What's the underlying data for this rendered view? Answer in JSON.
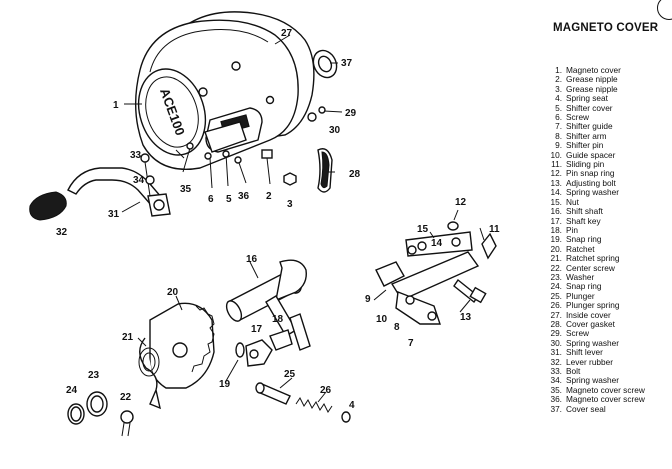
{
  "page": {
    "title": "MAGNETO COVER",
    "cover_logo_text": "ACE100"
  },
  "parts": [
    {
      "num": "1.",
      "name": "Magneto cover"
    },
    {
      "num": "2.",
      "name": "Grease nipple"
    },
    {
      "num": "3.",
      "name": "Grease nipple"
    },
    {
      "num": "4.",
      "name": "Spring seat"
    },
    {
      "num": "5.",
      "name": "Shifter cover"
    },
    {
      "num": "6.",
      "name": "Screw"
    },
    {
      "num": "7.",
      "name": "Shifter guide"
    },
    {
      "num": "8.",
      "name": "Shifter arm"
    },
    {
      "num": "9.",
      "name": "Shifter pin"
    },
    {
      "num": "10.",
      "name": "Guide spacer"
    },
    {
      "num": "11.",
      "name": "Sliding pin"
    },
    {
      "num": "12.",
      "name": "Pin snap ring"
    },
    {
      "num": "13.",
      "name": "Adjusting bolt"
    },
    {
      "num": "14.",
      "name": "Spring washer"
    },
    {
      "num": "15.",
      "name": "Nut"
    },
    {
      "num": "16.",
      "name": "Shift shaft"
    },
    {
      "num": "17.",
      "name": "Shaft key"
    },
    {
      "num": "18.",
      "name": "Pin"
    },
    {
      "num": "19.",
      "name": "Snap ring"
    },
    {
      "num": "20.",
      "name": "Ratchet"
    },
    {
      "num": "21.",
      "name": "Ratchet spring"
    },
    {
      "num": "22.",
      "name": "Center screw"
    },
    {
      "num": "23.",
      "name": "Washer"
    },
    {
      "num": "24.",
      "name": "Snap ring"
    },
    {
      "num": "25.",
      "name": "Plunger"
    },
    {
      "num": "26.",
      "name": "Plunger spring"
    },
    {
      "num": "27.",
      "name": "Inside cover"
    },
    {
      "num": "28.",
      "name": "Cover gasket"
    },
    {
      "num": "29.",
      "name": "Screw"
    },
    {
      "num": "30.",
      "name": "Spring washer"
    },
    {
      "num": "31.",
      "name": "Shift lever"
    },
    {
      "num": "32.",
      "name": "Lever rubber"
    },
    {
      "num": "33.",
      "name": "Bolt"
    },
    {
      "num": "34.",
      "name": "Spring washer"
    },
    {
      "num": "35.",
      "name": "Magneto cover screw"
    },
    {
      "num": "36.",
      "name": "Magneto cover screw"
    },
    {
      "num": "37.",
      "name": "Cover seal"
    }
  ],
  "callouts": {
    "c1": "1",
    "c2": "2",
    "c3": "3",
    "c4": "4",
    "c5": "5",
    "c6": "6",
    "c7": "7",
    "c8": "8",
    "c9": "9",
    "c10": "10",
    "c11": "11",
    "c12": "12",
    "c13": "13",
    "c14": "14",
    "c15": "15",
    "c16": "16",
    "c17": "17",
    "c18": "18",
    "c19": "19",
    "c20": "20",
    "c21": "21",
    "c22": "22",
    "c23": "23",
    "c24": "24",
    "c25": "25",
    "c26": "26",
    "c27": "27",
    "c28": "28",
    "c29": "29",
    "c30": "30",
    "c31": "31",
    "c32": "32",
    "c33": "33",
    "c34": "34",
    "c35": "35",
    "c36": "36",
    "c37": "37"
  }
}
